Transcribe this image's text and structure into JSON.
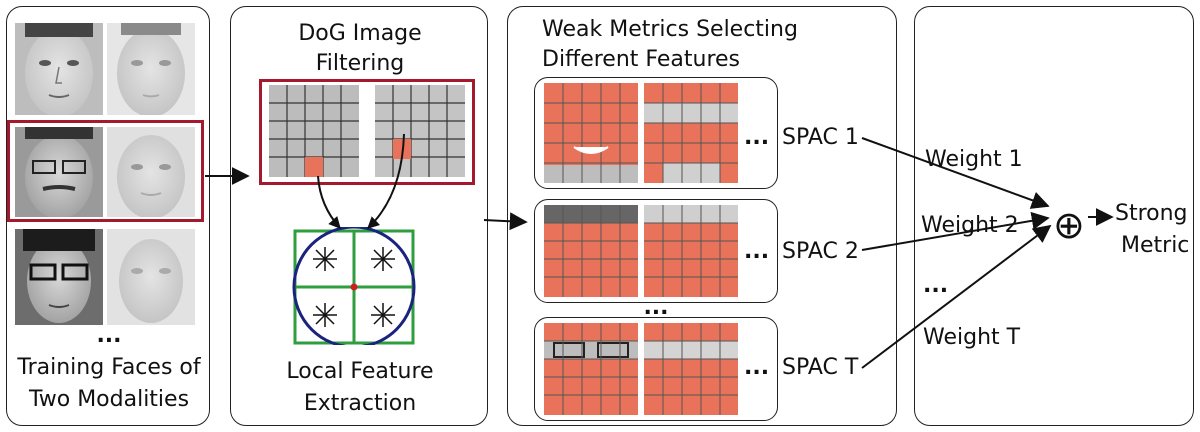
{
  "panels": {
    "training": {
      "ellipsis": "...",
      "caption_line1": "Training Faces of",
      "caption_line2": "Two Modalities"
    },
    "dog": {
      "title_line1": "DoG Image",
      "title_line2": "Filtering",
      "caption_line1": "Local Feature",
      "caption_line2": "Extraction"
    },
    "weak": {
      "title_line1": "Weak Metrics Selecting",
      "title_line2": "Different Features",
      "rows": [
        {
          "dots": "...",
          "label": "SPAC 1"
        },
        {
          "dots": "...",
          "label": "SPAC 2"
        },
        {
          "dots": "...",
          "label": "SPAC T"
        }
      ],
      "between_dots": "..."
    },
    "combine": {
      "weights": [
        "Weight 1",
        "Weight 2",
        "Weight T"
      ],
      "weights_dots": "...",
      "operator": "⊕",
      "result_line1": "Strong",
      "result_line2": "Metric"
    }
  },
  "colors": {
    "highlight_red": "#a41a2c",
    "patch_orange": "#e8735a",
    "grid_green": "#2e9e3e",
    "circle_navy": "#1a237e",
    "center_red": "#cc1f1f"
  },
  "icons": {
    "face_photo": "face-photo",
    "sum_operator": "circled-plus-icon",
    "arrow": "arrow-icon"
  }
}
